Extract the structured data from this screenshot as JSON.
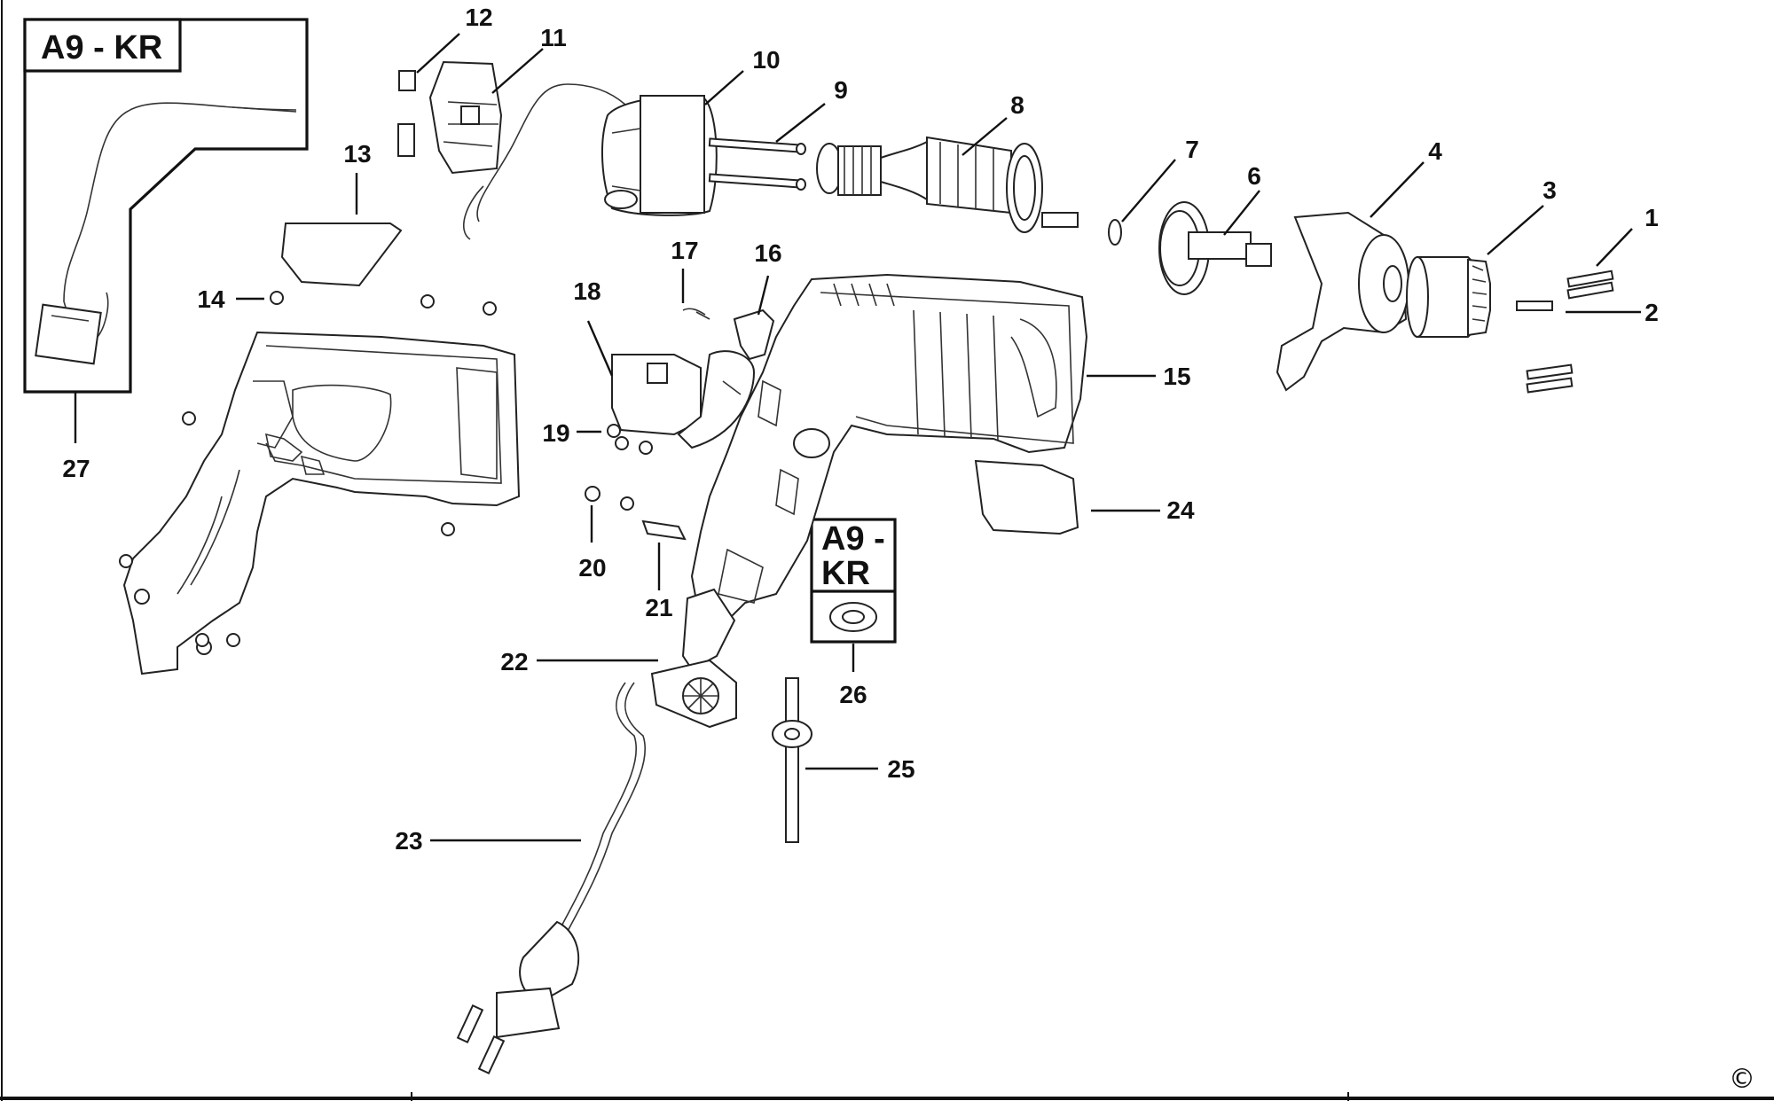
{
  "diagram": {
    "kit_boxes": [
      {
        "label": "A9 - KR"
      },
      {
        "label_line1": "A9 -",
        "label_line2": "KR"
      }
    ],
    "callouts": [
      "1",
      "2",
      "3",
      "4",
      "6",
      "7",
      "8",
      "9",
      "10",
      "11",
      "12",
      "13",
      "14",
      "15",
      "16",
      "17",
      "18",
      "19",
      "20",
      "21",
      "22",
      "23",
      "24",
      "25",
      "26",
      "27"
    ],
    "copyright_symbol": "©"
  }
}
